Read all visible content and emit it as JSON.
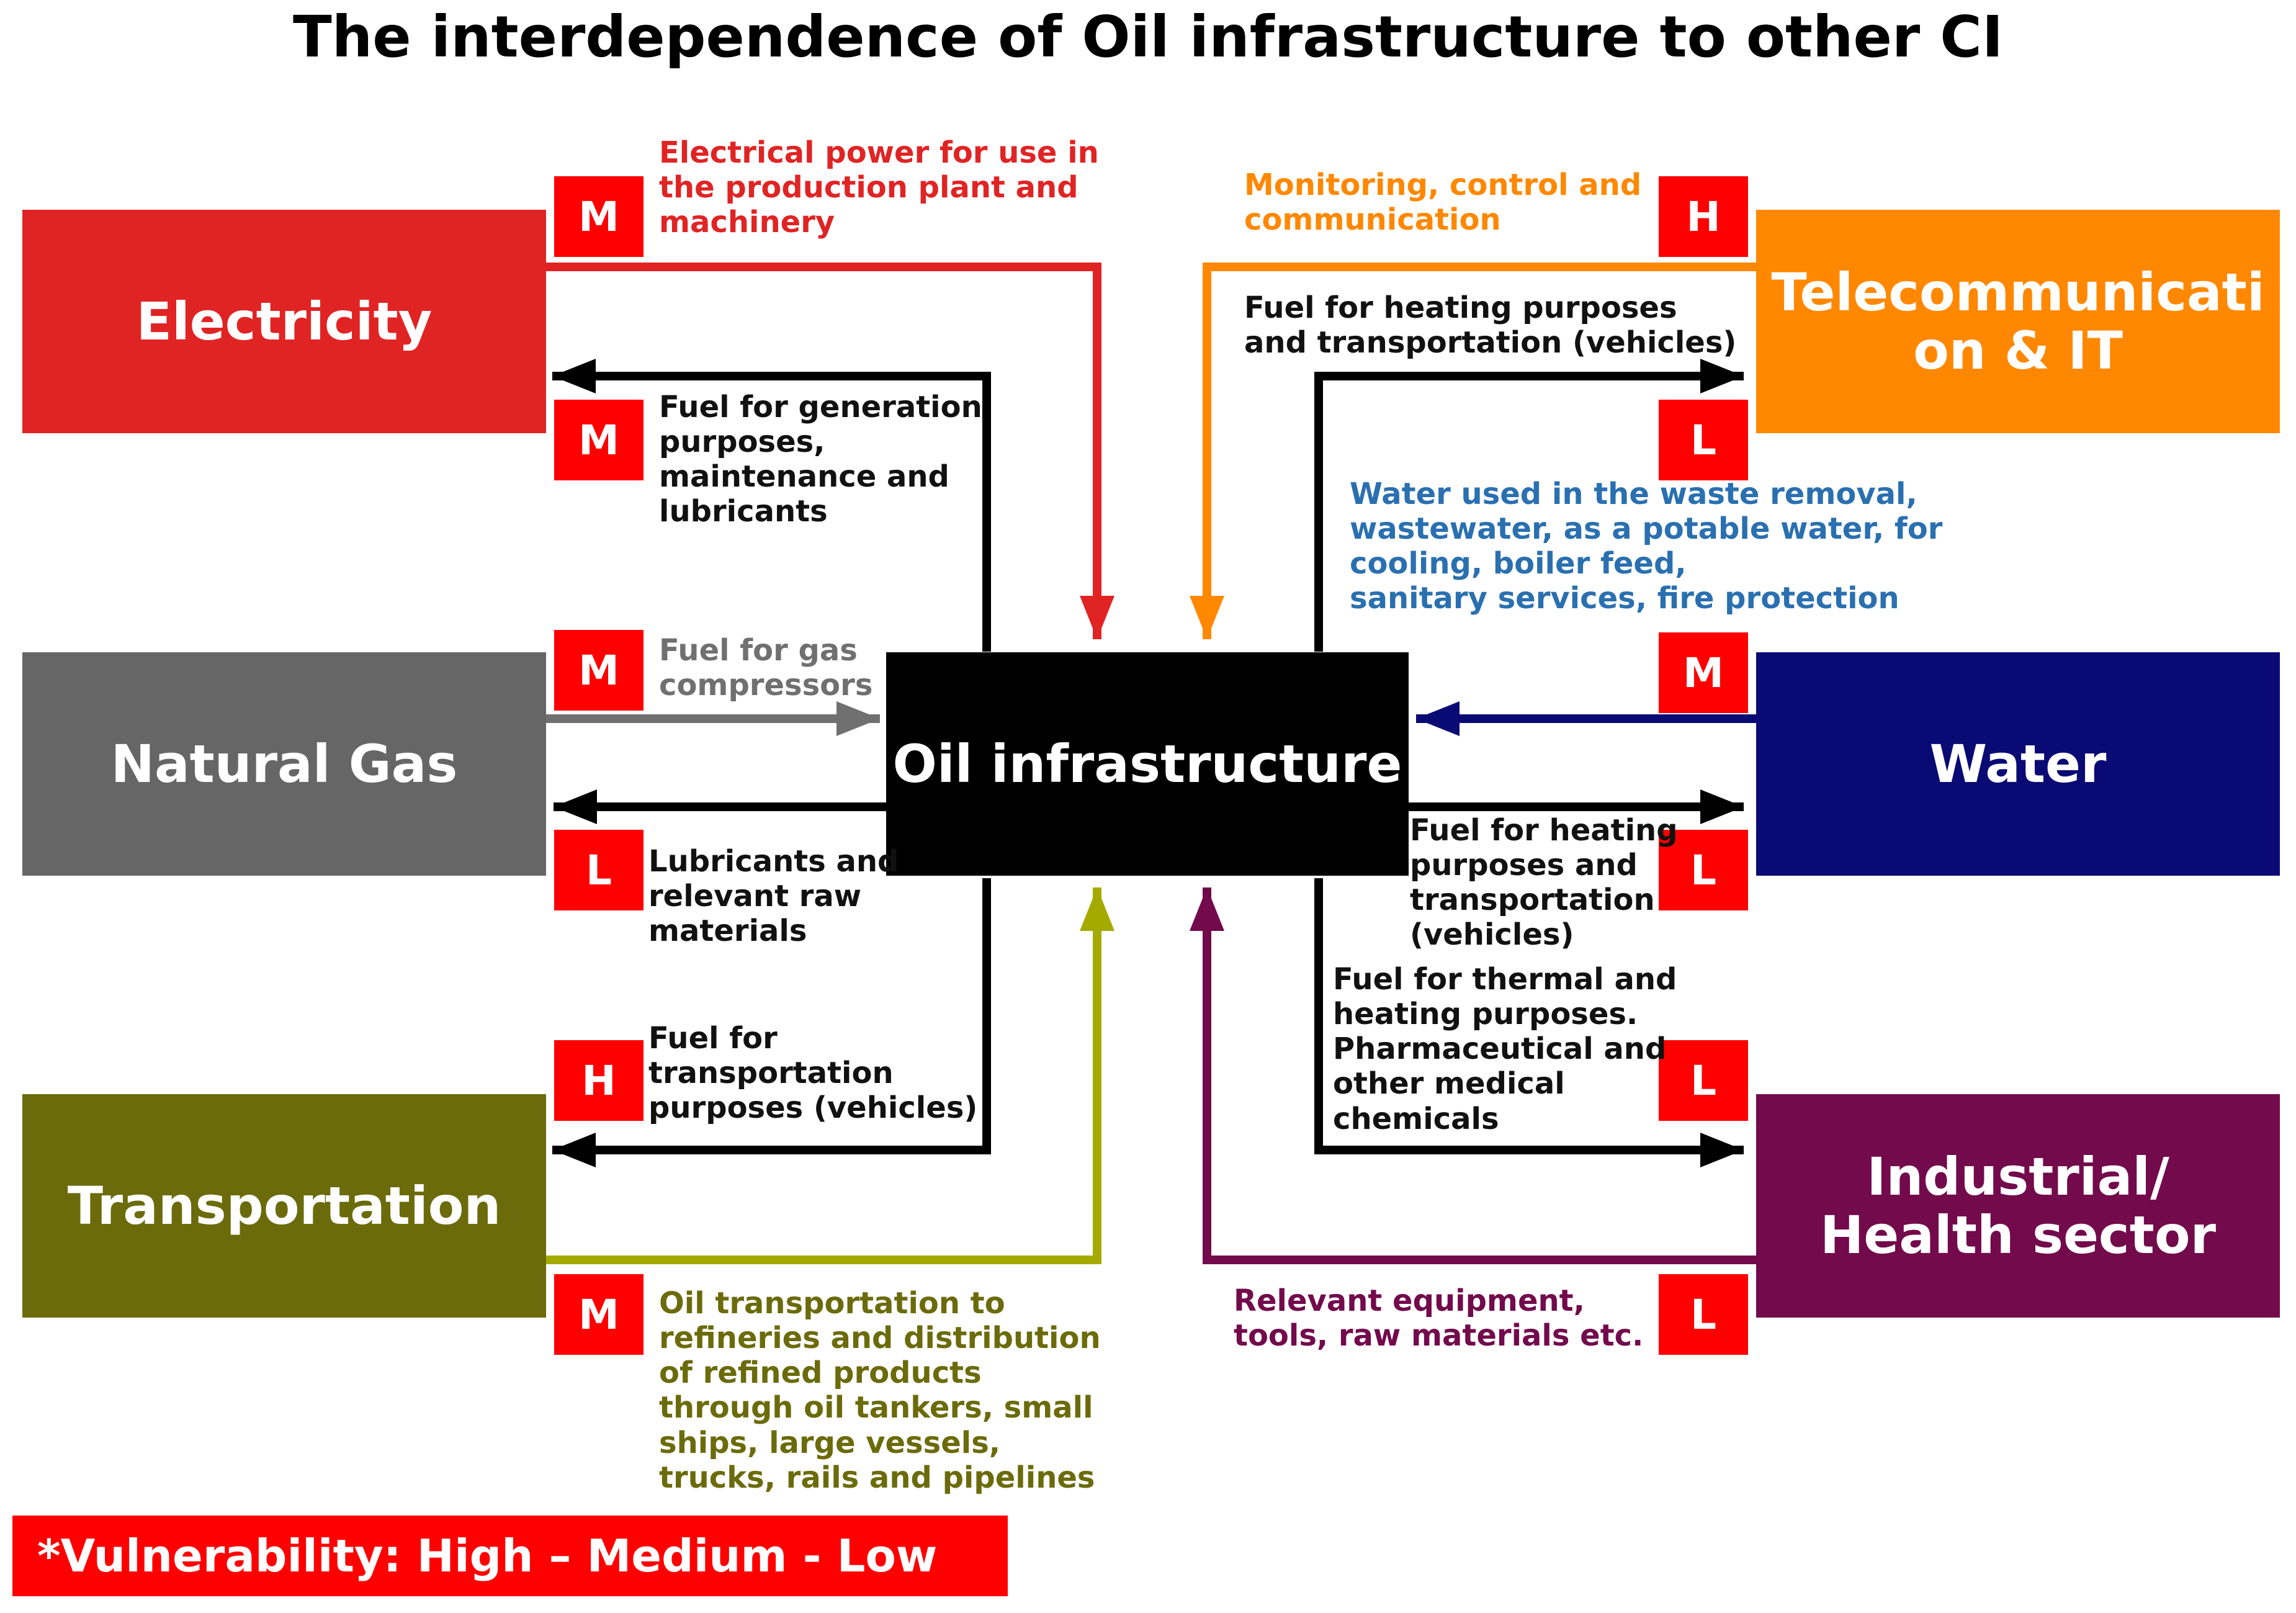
{
  "title": "The interdependence of Oil infrastructure to other CI",
  "nodes": {
    "electricity": {
      "label": "Electricity",
      "color": "#e02424"
    },
    "natural_gas": {
      "label": "Natural Gas",
      "color": "#666666"
    },
    "transportation": {
      "label": "Transportation",
      "color": "#6b6b0b"
    },
    "telecom": {
      "label": "Telecommunicati on & IT",
      "color": "#ff8800"
    },
    "water": {
      "label": "Water",
      "color": "#0a0a74"
    },
    "industrial": {
      "label": "Industrial/ Health sector",
      "color": "#720a4c"
    },
    "oil": {
      "label": "Oil infrastructure",
      "color": "#000000"
    }
  },
  "badges": {
    "elec_in": "M",
    "elec_out": "M",
    "gas_in": "M",
    "gas_out": "L",
    "trans_out": "H",
    "trans_in": "M",
    "tele_in": "H",
    "tele_out": "L",
    "water_in": "M",
    "water_out": "L",
    "ind_out": "L",
    "ind_in": "L"
  },
  "labels": {
    "elec_in": "Electrical power for use in\nthe production plant and\nmachinery",
    "elec_out": "Fuel for generation\npurposes,\nmaintenance and\nlubricants",
    "gas_in": "Fuel for gas\ncompressors",
    "gas_out": "Lubricants and\nrelevant raw\nmaterials",
    "trans_out": "Fuel for\ntransportation\npurposes (vehicles)",
    "trans_in": "Oil transportation to\nrefineries and distribution\nof refined products\nthrough oil tankers, small\nships, large vessels,\ntrucks, rails and pipelines",
    "tele_in": "Monitoring, control and\ncommunication",
    "tele_out": "Fuel for heating purposes\nand transportation (vehicles)",
    "water_in": "Water used in the waste removal,\nwastewater, as a potable water, for\ncooling, boiler feed,\nsanitary services, fire protection",
    "water_out": "Fuel for heating\npurposes and\ntransportation\n(vehicles)",
    "ind_out": "Fuel for thermal and\nheating  purposes.\nPharmaceutical and\nother medical\nchemicals",
    "ind_in": "Relevant equipment,\ntools, raw materials etc."
  },
  "colors": {
    "badge": "#ff0000",
    "black_flow": "#000000",
    "elec_flow": "#e02424",
    "gas_flow": "#707070",
    "trans_flow": "#a4aa00",
    "tele_flow": "#ff8800",
    "water_flow": "#0a0a74",
    "ind_flow": "#720a4c",
    "elec_text": "#e02424",
    "gas_text": "#707070",
    "trans_text": "#6b6b0b",
    "tele_text": "#ff8800",
    "water_text": "#2a70b0",
    "ind_text": "#720a4c",
    "dark_text": "#111111"
  },
  "legend": "*Vulnerability: High – Medium - Low"
}
